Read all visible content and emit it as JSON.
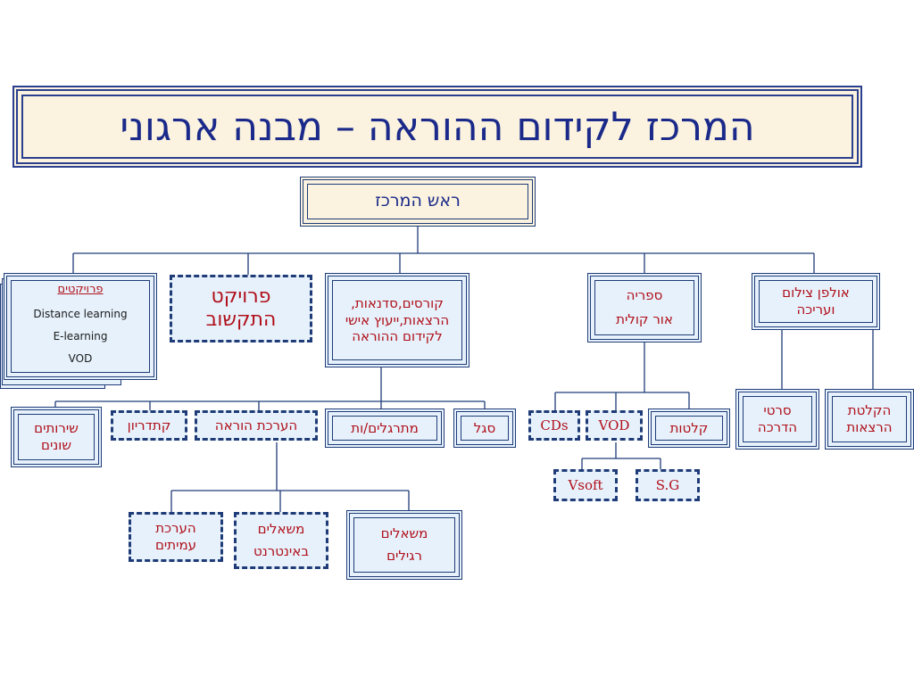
{
  "title": "המרכז לקידום ההוראה – מבנה ארגוני",
  "head": "ראש המרכז",
  "level1": {
    "projects": {
      "heading": "פרויקטים",
      "items": [
        "Distance learning",
        "E-learning",
        "VOD"
      ]
    },
    "communication": "פרויקט התקשוב",
    "courses": "קורסים,סדנאות, הרצאות,ייעוץ אישי לקידום ההוראה",
    "library": {
      "line1": "ספריה",
      "line2": "אור קולית"
    },
    "studio": "אולפן צילום ועריכה"
  },
  "courses_children": {
    "services": "שירותים שונים",
    "catedrion": "קתדריון",
    "teaching_eval": "הערכת הוראה",
    "interns": "מתרגלים/ות",
    "staff": "סגל"
  },
  "teaching_eval_children": {
    "peer_eval": "הערכת עמיתים",
    "internet_q": "משאלים באינטרנט",
    "regular_q": "משאלים רגילים"
  },
  "library_children": {
    "cds": "CDs",
    "vod": "VOD",
    "tapes": "קלטות"
  },
  "vod_children": {
    "vsoft": "Vsoft",
    "sg": "S.G"
  },
  "studio_children": {
    "guide_films": "סרטי הדרכה",
    "lecture_rec": "הקלטת הרצאות"
  }
}
